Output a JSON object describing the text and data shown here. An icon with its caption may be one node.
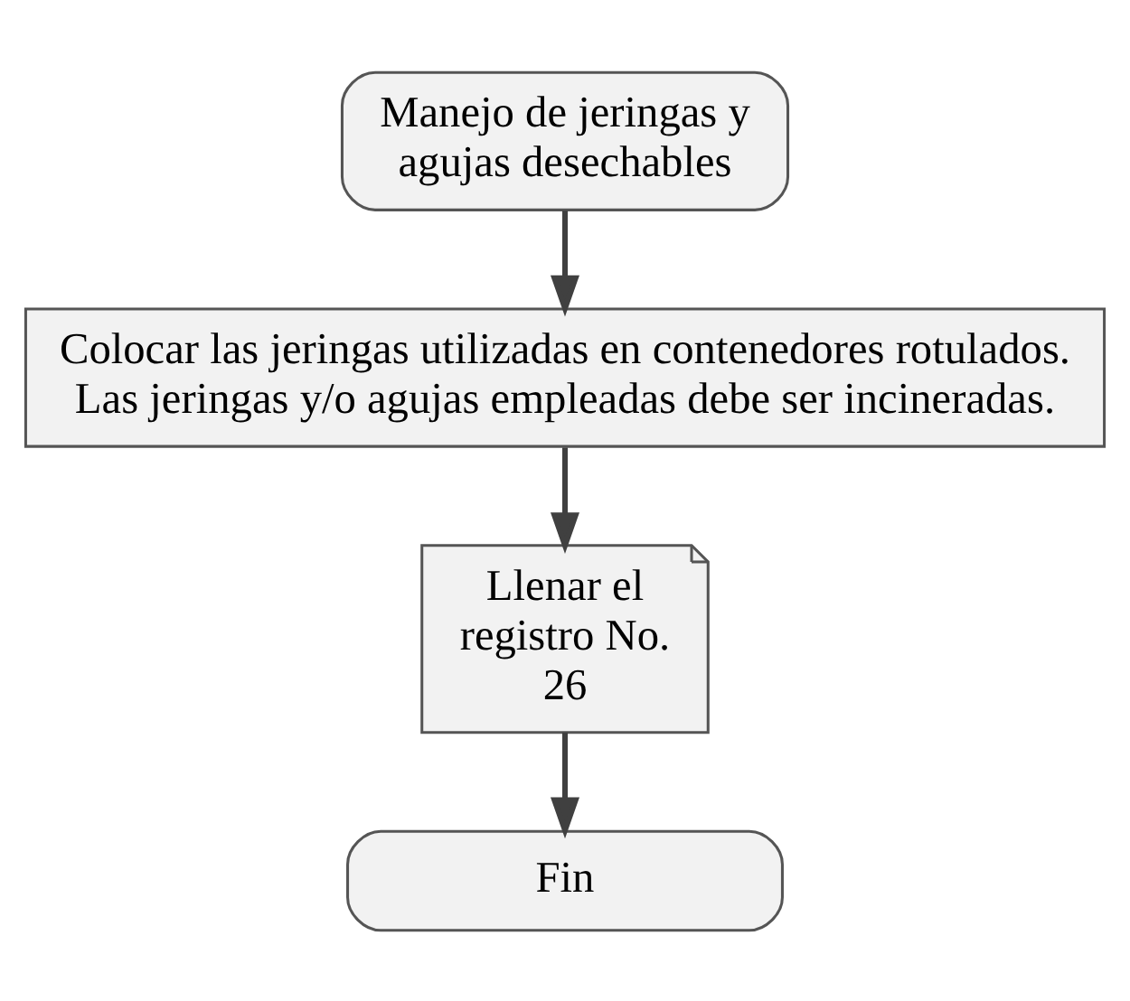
{
  "diagram": {
    "nodes": [
      {
        "text": [
          "Manejo de jeringas y agujas desechables"
        ]
      },
      {
        "text": [
          "Colocar las jeringas utilizadas en contenedores rotulados. Las jeringas y/o agujas empleadas debe ser incineradas."
        ]
      },
      {
        "text": [
          "Llenar el registro No. 26"
        ]
      },
      {
        "text": [
          "Fin"
        ]
      }
    ],
    "edges": [
      {
        "from": 0,
        "to": 1,
        "arrow": "to"
      },
      {
        "from": 1,
        "to": 2,
        "arrow": "to"
      },
      {
        "from": 2,
        "to": 3,
        "arrow": "to"
      }
    ]
  }
}
